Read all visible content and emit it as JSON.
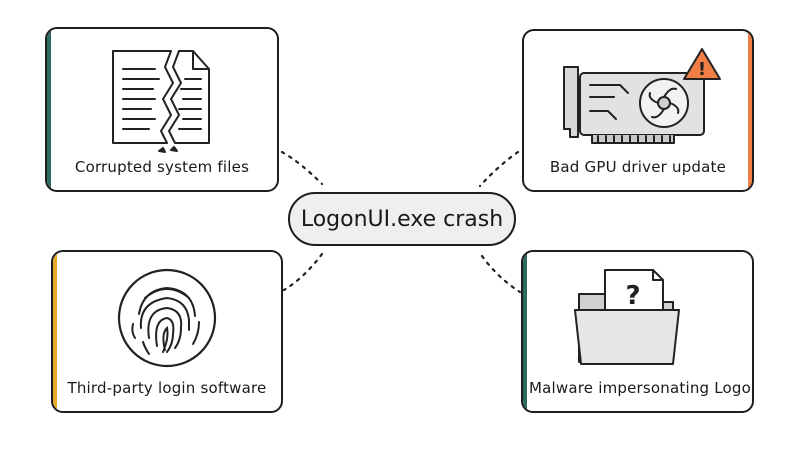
{
  "center": {
    "label": "LogonUI.exe crash"
  },
  "causes": [
    {
      "label": "Corrupted system files",
      "icon": "torn-document-icon",
      "accent": "#2e6b5f"
    },
    {
      "label": "Bad GPU driver update",
      "icon": "gpu-warning-icon",
      "accent": "#f07e45"
    },
    {
      "label": "Third-party login software",
      "icon": "fingerprint-icon",
      "accent": "#e8a82a"
    },
    {
      "label": "Malware impersonating LogonUI",
      "icon": "folder-question-icon",
      "accent": "#2e6b5f"
    }
  ],
  "warning_glyph": "!",
  "question_glyph": "?"
}
